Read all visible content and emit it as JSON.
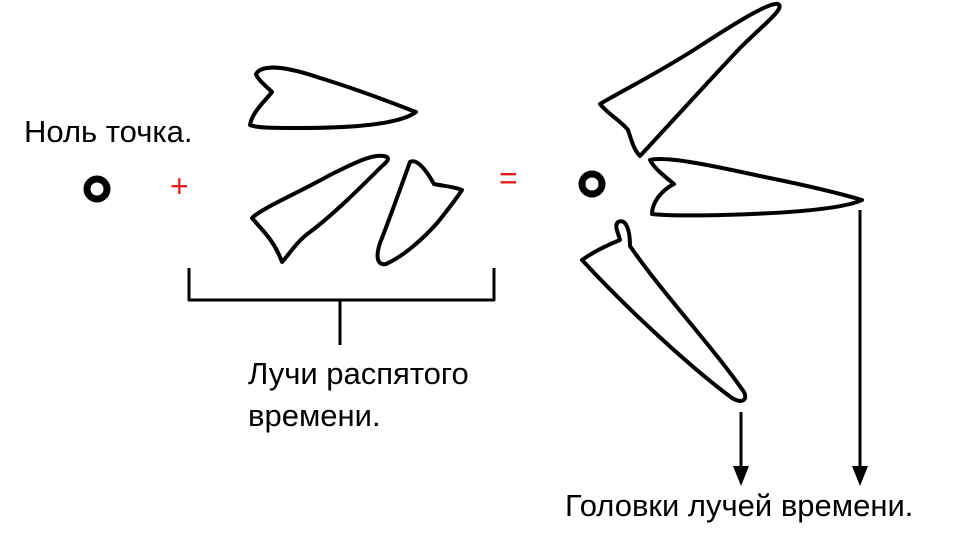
{
  "labels": {
    "zero_point": "Ноль точка.",
    "rays_line1": "Лучи распятого",
    "rays_line2": "времени.",
    "ray_heads": "Головки лучей времени."
  },
  "operators": {
    "plus": "+",
    "equals": "="
  },
  "colors": {
    "ink": "#000000",
    "operator": "#e02020",
    "background": "#ffffff"
  }
}
